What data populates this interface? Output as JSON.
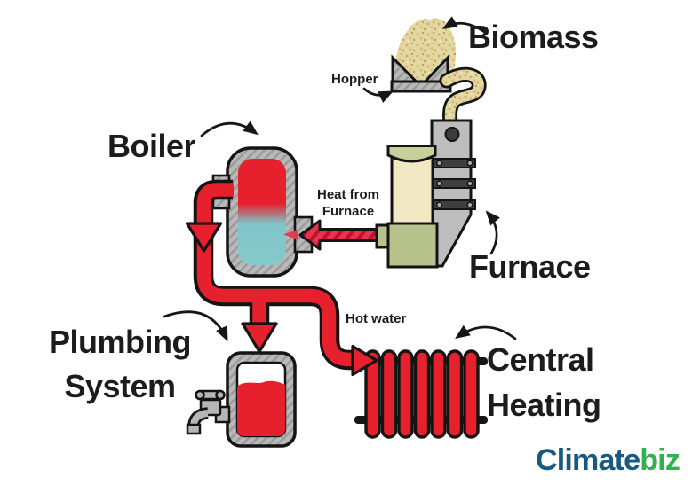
{
  "labels": {
    "biomass": "Biomass",
    "hopper": "Hopper",
    "boiler": "Boiler",
    "heat_from_furnace": {
      "line1": "Heat from",
      "line2": "Furnace"
    },
    "furnace": "Furnace",
    "plumbing_system": {
      "line1": "Plumbing",
      "line2": "System"
    },
    "hot_water": "Hot water",
    "central_heating": {
      "line1": "Central",
      "line2": "Heating"
    }
  },
  "logo": {
    "text_primary": "Climate",
    "text_secondary": "biz",
    "color_primary": "#17597f",
    "color_secondary": "#2fb34f"
  },
  "colors": {
    "hot_red": "#e6202c",
    "cool_teal": "#7fc5c7",
    "metal_gray": "#b6b6b6",
    "biomass_tan": "#e4d6a0",
    "furnace_cream": "#f2e8c3",
    "furnace_olive": "#b8c28c",
    "dark_bar": "#3f3f3f",
    "outline": "#141414"
  },
  "flow": [
    {
      "from": "Biomass",
      "via": "Hopper",
      "to": "Furnace",
      "label": ""
    },
    {
      "from": "Furnace",
      "to": "Boiler",
      "label": "Heat from Furnace"
    },
    {
      "from": "Boiler",
      "to": "Plumbing System",
      "label": ""
    },
    {
      "from": "Boiler",
      "to": "Central Heating",
      "label": "Hot water"
    }
  ]
}
